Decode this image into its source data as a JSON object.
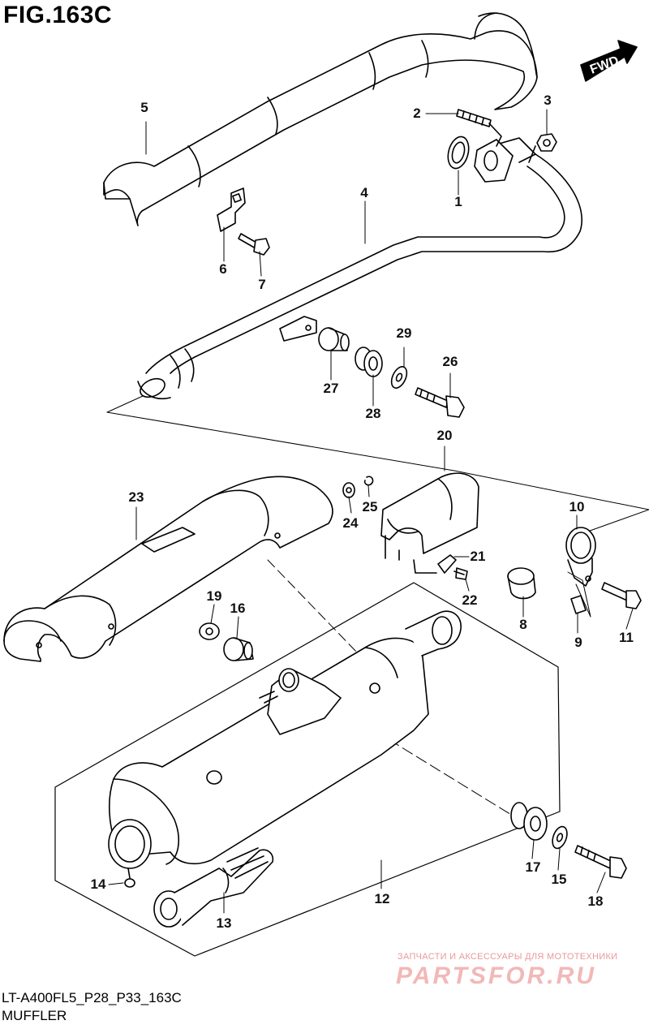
{
  "figure": {
    "title": "FIG.163C",
    "model_code": "LT-A400FL5_P28_P33_163C",
    "caption": "MUFFLER",
    "direction_badge": "FWD"
  },
  "watermark": {
    "tagline": "ЗАПЧАСТИ И АКСЕССУАРЫ ДЛЯ МОТОТЕХНИКИ",
    "logo": "PARTSFOR.RU"
  },
  "callouts": [
    "1",
    "2",
    "3",
    "4",
    "5",
    "6",
    "7",
    "8",
    "9",
    "10",
    "11",
    "12",
    "13",
    "14",
    "15",
    "16",
    "17",
    "18",
    "19",
    "20",
    "21",
    "22",
    "23",
    "24",
    "25",
    "26",
    "27",
    "28",
    "29"
  ]
}
